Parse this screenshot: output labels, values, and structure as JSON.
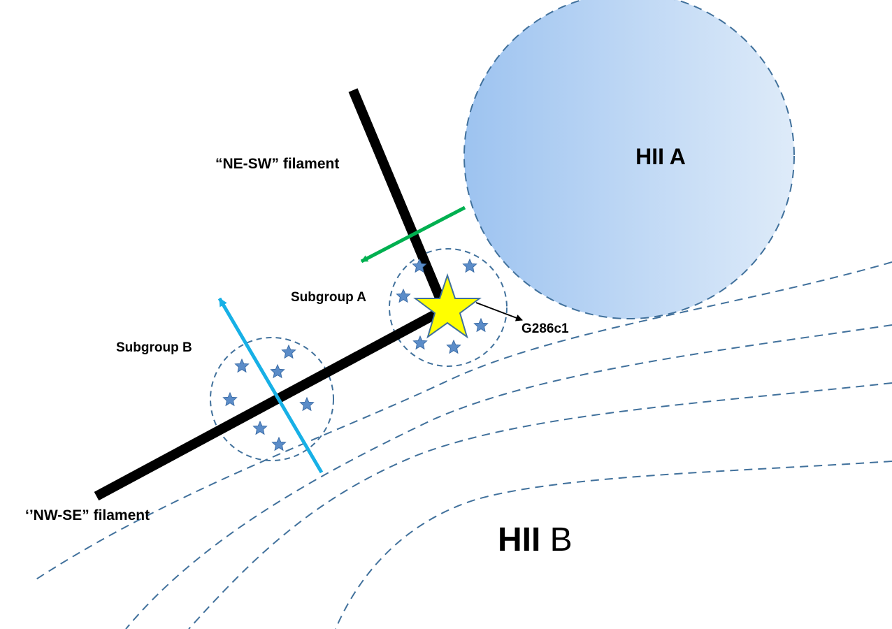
{
  "labels": {
    "hii_a": "HII A",
    "hii_b_bold": "HII",
    "hii_b_regular": " B",
    "ne_sw_filament": "“NE-SW” filament",
    "nw_se_filament": "‘’NW-SE” filament",
    "subgroup_a": "Subgroup A",
    "subgroup_b": "Subgroup B",
    "g286c1": "G286c1"
  },
  "colors": {
    "filament": "#000000",
    "dashed_lines": "#41719C",
    "hii_a_fill_start": "#9DC3F0",
    "hii_a_fill_end": "#DEEBF9",
    "green_arrow": "#00B050",
    "blue_arrow": "#17B0E6",
    "big_star_fill": "#FFFF00",
    "small_star_fill": "#5B8CC8"
  },
  "icons": {
    "big_star": "star-icon",
    "small_stars": "star-icon"
  }
}
